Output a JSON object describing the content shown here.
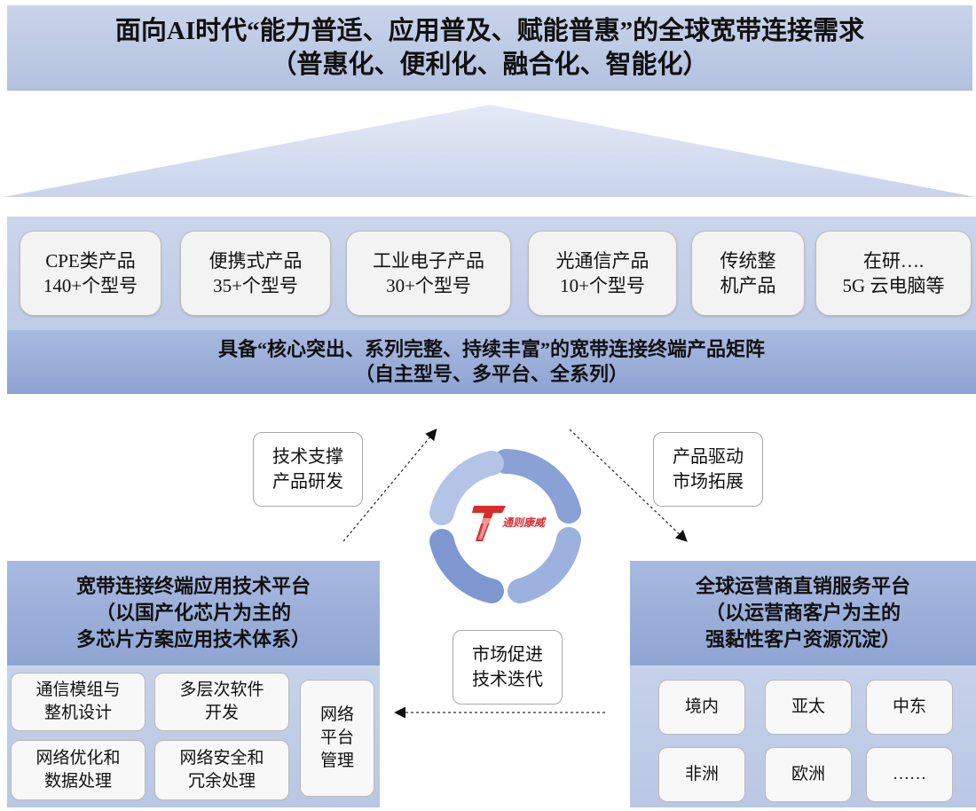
{
  "top": {
    "line1": "面向AI时代“能力普适、应用普及、赋能普惠”的全球宽带连接需求",
    "line2": "（普惠化、便利化、融合化、智能化）"
  },
  "products": [
    {
      "l1": "CPE类产品",
      "l2": "140+个型号"
    },
    {
      "l1": "便携式产品",
      "l2": "35+个型号"
    },
    {
      "l1": "工业电子产品",
      "l2": "30+个型号"
    },
    {
      "l1": "光通信产品",
      "l2": "10+个型号"
    },
    {
      "l1": "传统整",
      "l2": "机产品"
    },
    {
      "l1": "在研….",
      "l2": "5G 云电脑等"
    }
  ],
  "matrix": {
    "line1": "具备“核心突出、系列完整、持续丰富”的宽带连接终端产品矩阵",
    "line2": "（自主型号、多平台、全系列）"
  },
  "notes": {
    "left_top": {
      "l1": "技术支撑",
      "l2": "产品研发"
    },
    "right_top": {
      "l1": "产品驱动",
      "l2": "市场拓展"
    },
    "bottom": {
      "l1": "市场促进",
      "l2": "技术迭代"
    }
  },
  "logo": {
    "text": "通则康威",
    "color": "#d92c2c"
  },
  "left_platform": {
    "l1": "宽带连接终端应用技术平台",
    "l2": "（以国产化芯片为主的",
    "l3": "多芯片方案应用技术体系）",
    "cells": [
      {
        "l1": "通信模组与",
        "l2": "整机设计"
      },
      {
        "l1": "多层次软件",
        "l2": "开发"
      },
      {
        "l1": "网络优化和",
        "l2": "数据处理"
      },
      {
        "l1": "网络安全和",
        "l2": "冗余处理"
      }
    ],
    "side": {
      "l1": "网络",
      "l2": "平台",
      "l3": "管理"
    }
  },
  "right_platform": {
    "l1": "全球运营商直销服务平台",
    "l2": "（以运营商客户为主的",
    "l3": "强黏性客户资源沉淀）",
    "regions": [
      "境内",
      "亚太",
      "中东",
      "非洲",
      "欧洲",
      "……"
    ]
  },
  "colors": {
    "accent": "#b3c2e0",
    "strip": "#8ea3d2",
    "ring": "#7e97d1"
  }
}
